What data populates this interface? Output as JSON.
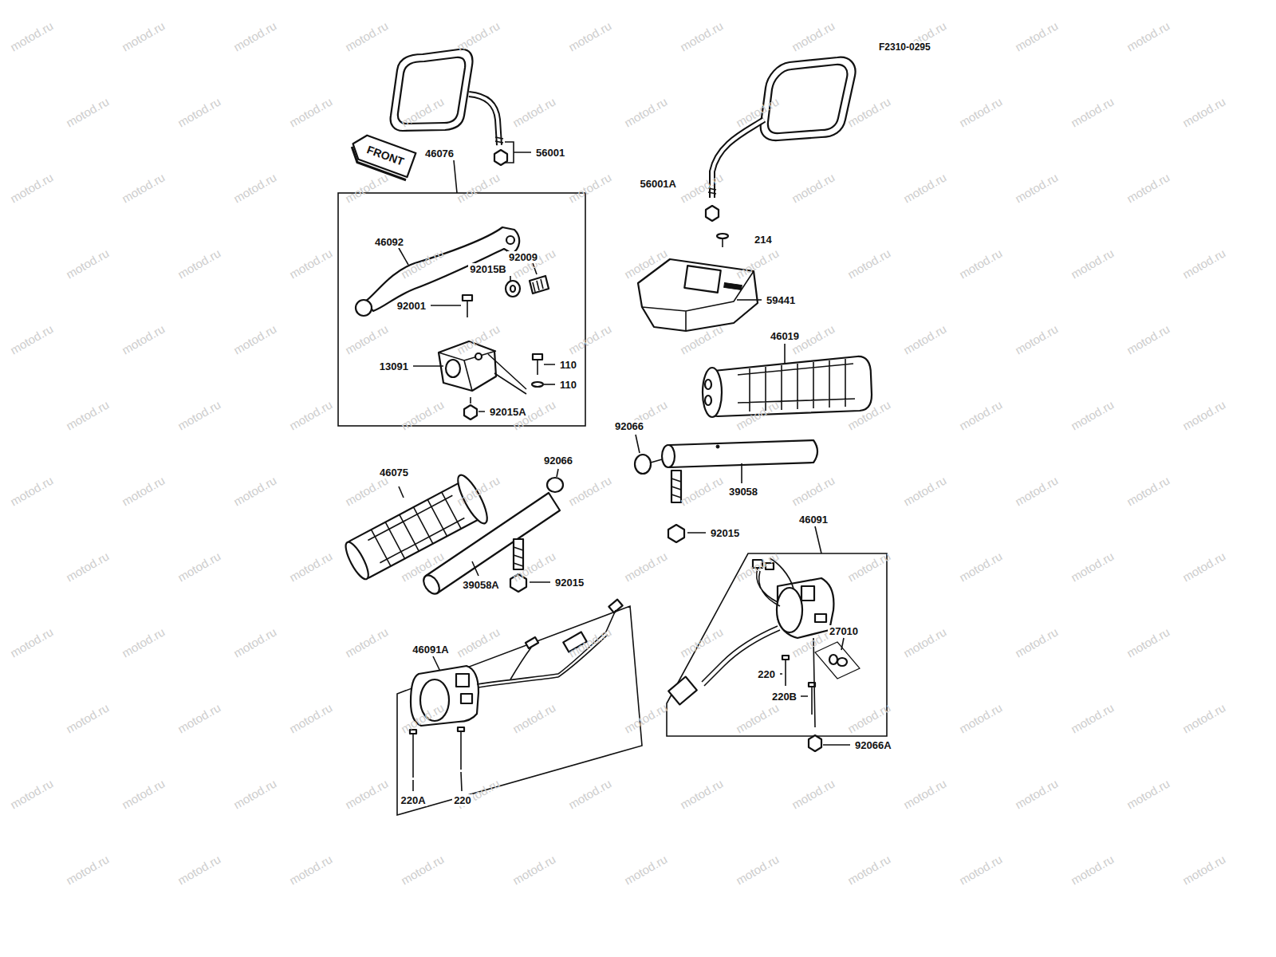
{
  "diagram": {
    "labels": [
      "F2310-0295",
      "FRONT",
      "56001",
      "46076",
      "46092",
      "92009",
      "92015B",
      "92001",
      "13091",
      "110",
      "110",
      "92015A",
      "56001A",
      "214",
      "59441",
      "46019",
      "92066",
      "39058",
      "92015",
      "46075",
      "92066",
      "39058A",
      "92015",
      "46091",
      "27010",
      "220",
      "220B",
      "92066A",
      "46091A",
      "220A",
      "220",
      "motod.ru",
      "motod.ru",
      "motod.ru",
      "motod.ru",
      "motod.ru",
      "motod.ru",
      "motod.ru",
      "motod.ru",
      "motod.ru",
      "motod.ru",
      "motod.ru",
      "motod.ru",
      "motod.ru",
      "motod.ru",
      "motod.ru",
      "motod.ru",
      "motod.ru",
      "motod.ru",
      "motod.ru",
      "motod.ru",
      "motod.ru",
      "motod.ru",
      "motod.ru",
      "motod.ru",
      "motod.ru",
      "motod.ru",
      "motod.ru",
      "motod.ru",
      "motod.ru",
      "motod.ru",
      "motod.ru",
      "motod.ru",
      "motod.ru",
      "motod.ru",
      "motod.ru",
      "motod.ru",
      "motod.ru",
      "motod.ru",
      "motod.ru",
      "motod.ru",
      "motod.ru",
      "motod.ru",
      "motod.ru",
      "motod.ru",
      "motod.ru",
      "motod.ru",
      "motod.ru",
      "motod.ru",
      "motod.ru",
      "motod.ru",
      "motod.ru",
      "motod.ru",
      "motod.ru",
      "motod.ru",
      "motod.ru",
      "motod.ru",
      "motod.ru",
      "motod.ru",
      "motod.ru",
      "motod.ru",
      "motod.ru",
      "motod.ru",
      "motod.ru",
      "motod.ru",
      "motod.ru",
      "motod.ru",
      "motod.ru",
      "motod.ru",
      "motod.ru",
      "motod.ru",
      "motod.ru",
      "motod.ru",
      "motod.ru",
      "motod.ru",
      "motod.ru",
      "motod.ru",
      "motod.ru",
      "motod.ru",
      "motod.ru",
      "motod.ru",
      "motod.ru",
      "motod.ru",
      "motod.ru",
      "motod.ru",
      "motod.ru",
      "motod.ru",
      "motod.ru",
      "motod.ru",
      "motod.ru",
      "motod.ru",
      "motod.ru",
      "motod.ru",
      "motod.ru",
      "motod.ru",
      "motod.ru",
      "motod.ru",
      "motod.ru",
      "motod.ru",
      "motod.ru",
      "motod.ru",
      "motod.ru",
      "motod.ru",
      "motod.ru",
      "motod.ru",
      "motod.ru",
      "motod.ru",
      "motod.ru",
      "motod.ru",
      "motod.ru",
      "motod.ru",
      "motod.ru",
      "motod.ru",
      "motod.ru",
      "motod.ru",
      "motod.ru",
      "motod.ru",
      "motod.ru",
      "motod.ru",
      "motod.ru",
      "motod.ru",
      "motod.ru",
      "motod.ru",
      "motod.ru",
      "motod.ru",
      "motod.ru",
      "motod.ru",
      "motod.ru",
      "motod.ru",
      "motod.ru",
      "motod.ru",
      "motod.ru",
      "motod.ru"
    ]
  }
}
